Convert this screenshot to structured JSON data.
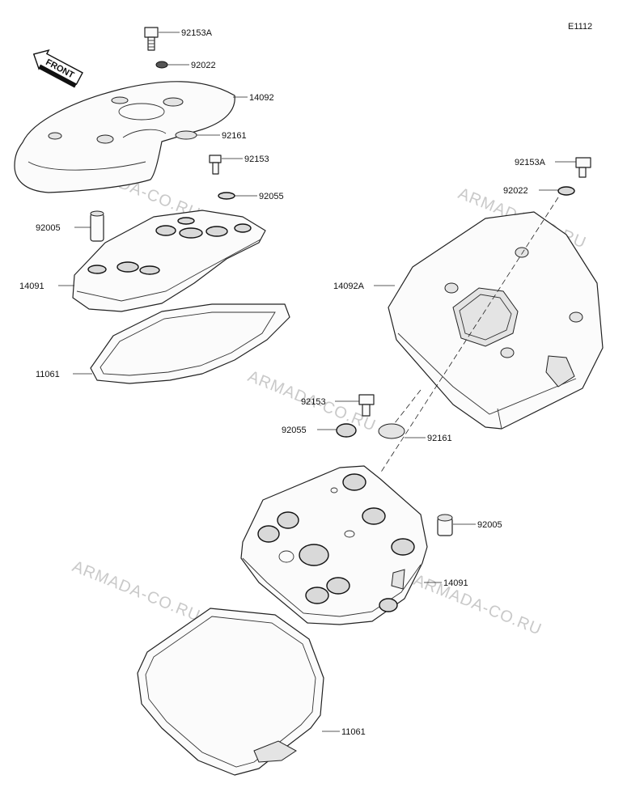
{
  "diagram_code": "E1112",
  "front_arrow": "FRONT",
  "watermark": "ARMADA-CO.RU",
  "labels": {
    "tl_92153A": "92153A",
    "tl_92022": "92022",
    "tl_14092": "14092",
    "tl_92161": "92161",
    "tl_92153": "92153",
    "tl_92055": "92055",
    "tl_92005": "92005",
    "tl_14091": "14091",
    "tl_11061": "11061",
    "r_92153A": "92153A",
    "r_92022": "92022",
    "r_14092A": "14092A",
    "c_92153": "92153",
    "c_92055": "92055",
    "c_92161": "92161",
    "r_92005": "92005",
    "r_14091": "14091",
    "b_11061": "11061"
  }
}
